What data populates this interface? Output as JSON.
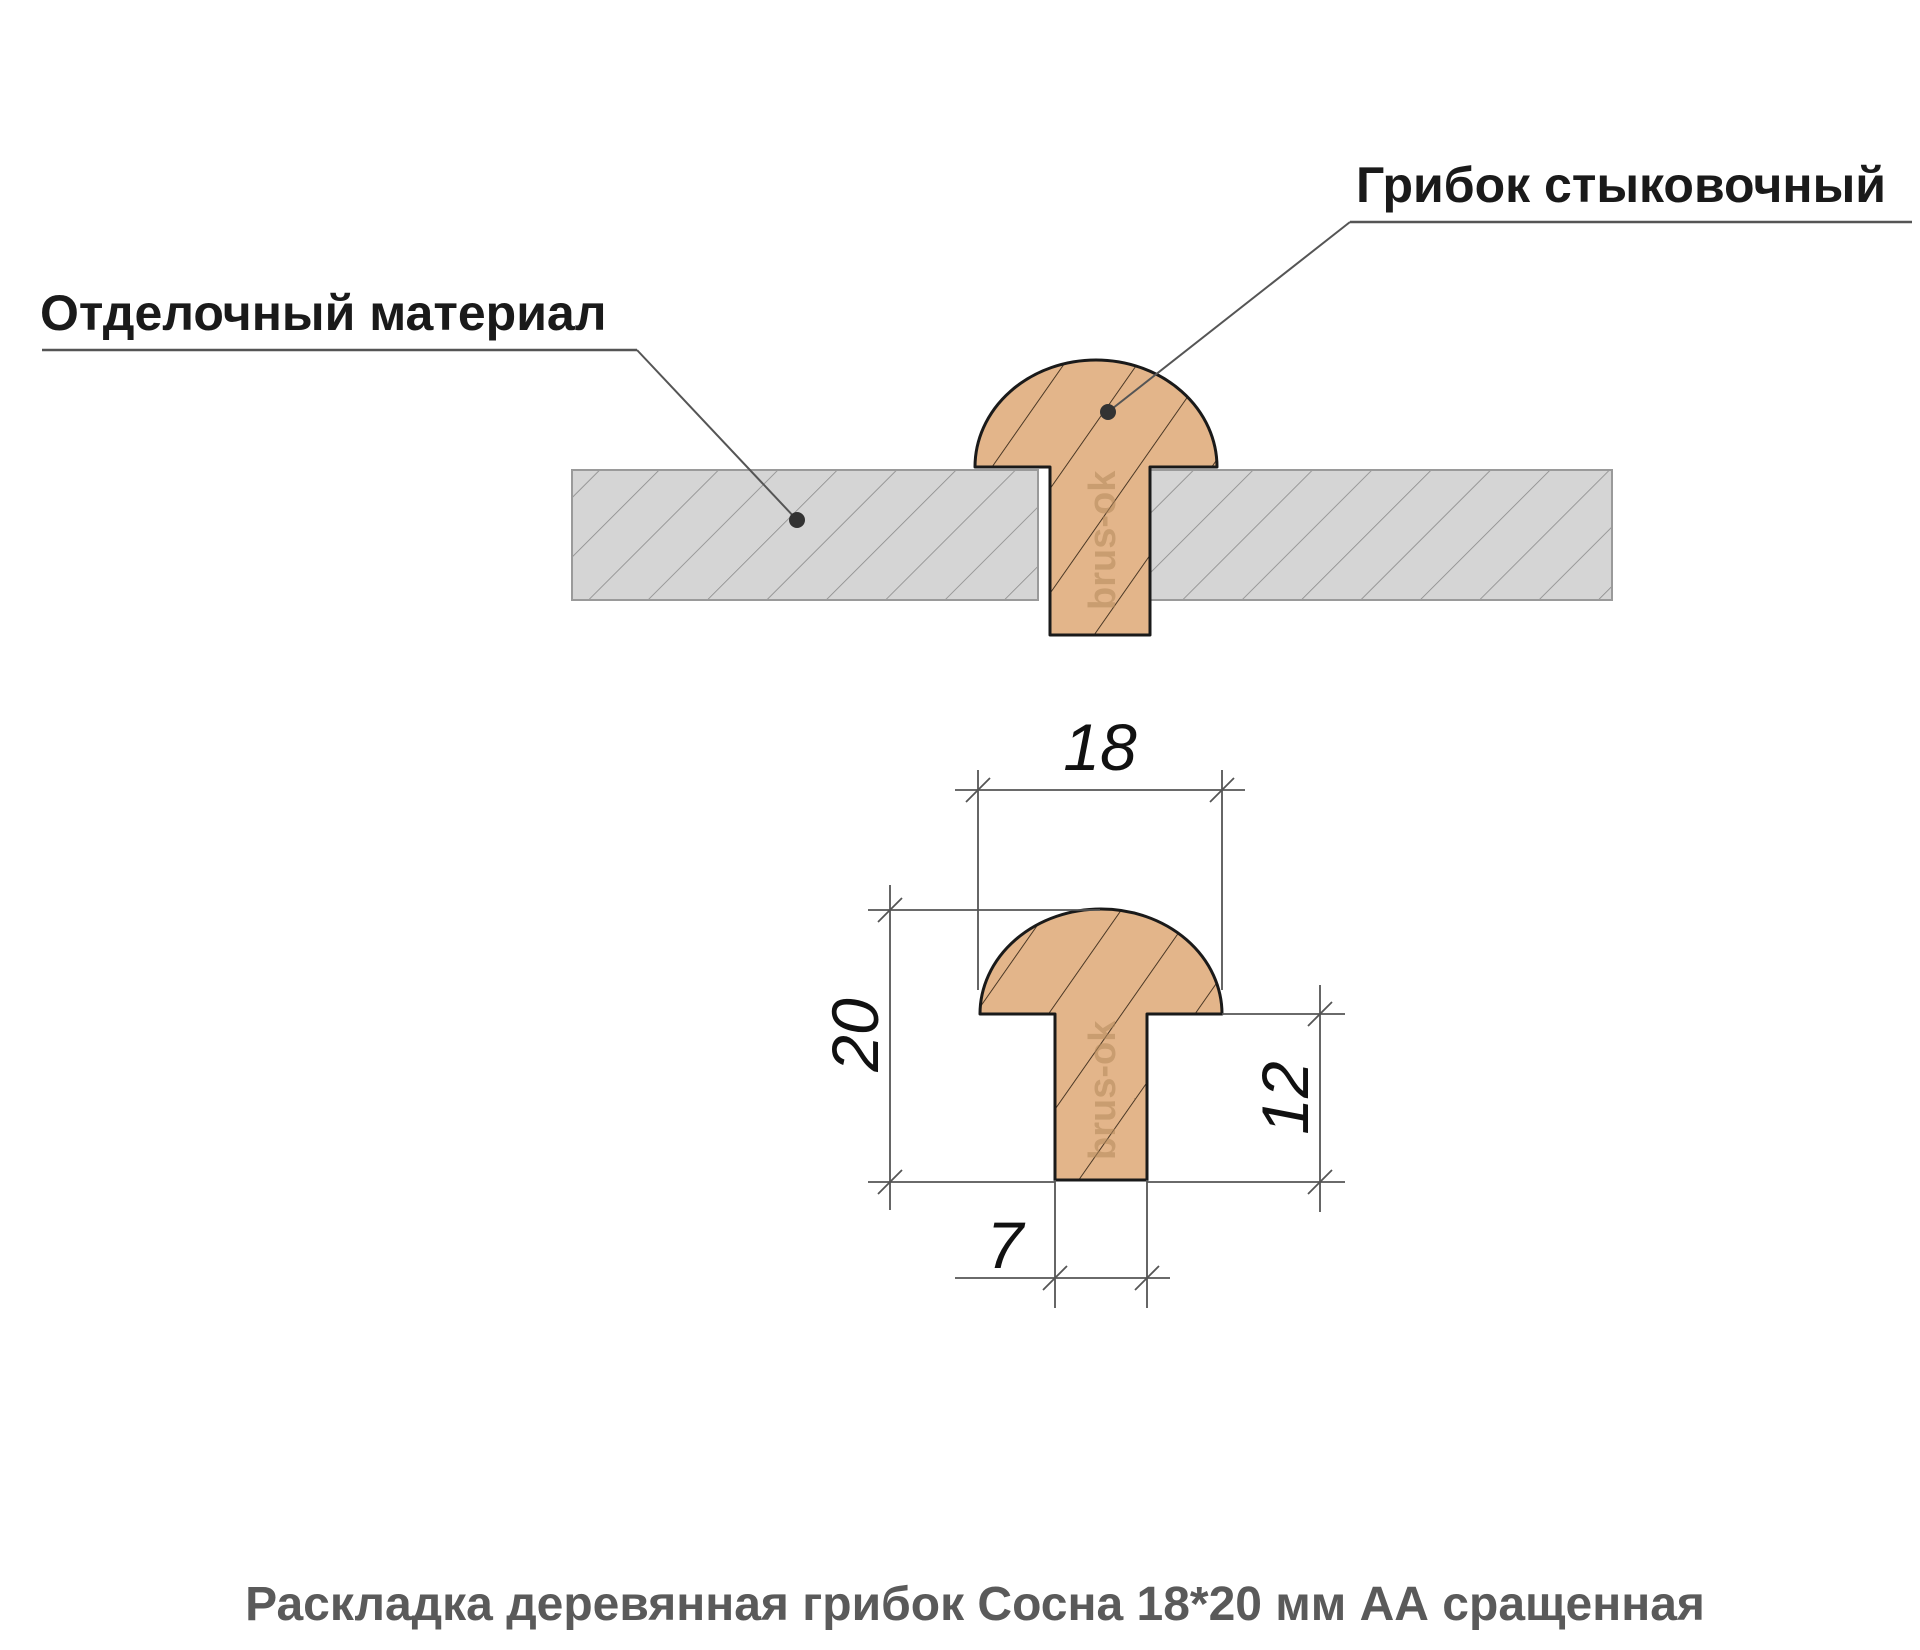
{
  "labels": {
    "finishing_material": "Отделочный материал",
    "joining_mushroom": "Грибок стыковочный"
  },
  "dimensions": {
    "width": "18",
    "height": "20",
    "stem_height": "12",
    "stem_width": "7"
  },
  "watermark": "brus-ok",
  "caption": "Раскладка деревянная грибок Сосна 18*20 мм АА сращенная",
  "colors": {
    "wood_fill": "#e3b58a",
    "board_fill": "#d5d5d5",
    "outline": "#2a2a2a",
    "caption": "#5a5a5a"
  }
}
